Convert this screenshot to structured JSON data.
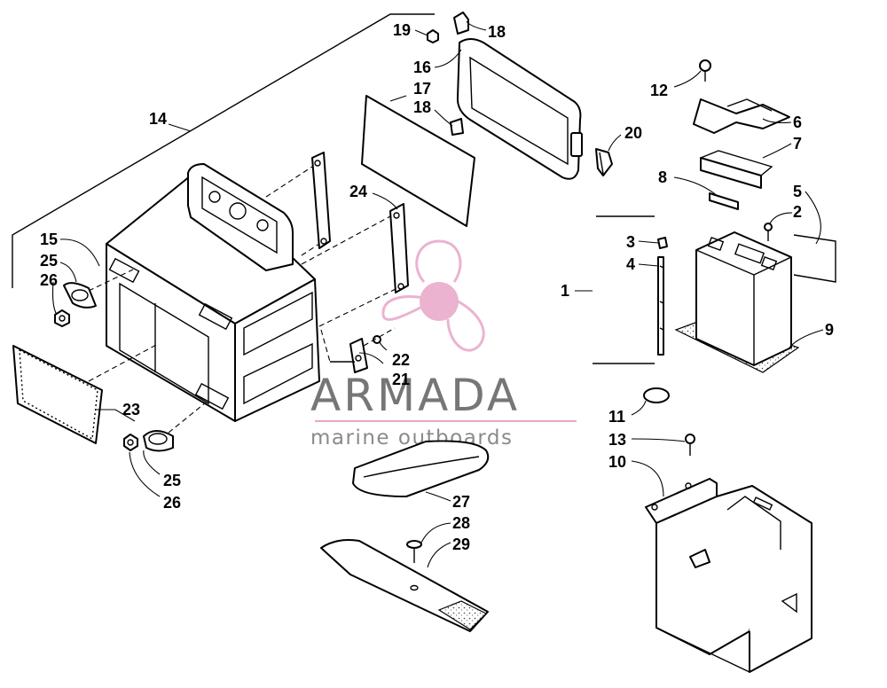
{
  "watermark": {
    "brand": "ARMADA",
    "tagline": "marine outboards",
    "logo_color": "#e8a6c8",
    "text_color": "#767676"
  },
  "callouts": {
    "c1": "1",
    "c2": "2",
    "c3": "3",
    "c4": "4",
    "c5": "5",
    "c6": "6",
    "c7": "7",
    "c8": "8",
    "c9": "9",
    "c10": "10",
    "c11": "11",
    "c12": "12",
    "c13": "13",
    "c14": "14",
    "c15": "15",
    "c16": "16",
    "c17": "17",
    "c18a": "18",
    "c18b": "18",
    "c19": "19",
    "c20": "20",
    "c21": "21",
    "c22": "22",
    "c23": "23",
    "c24": "24",
    "c25a": "25",
    "c25b": "25",
    "c26a": "26",
    "c26b": "26",
    "c27": "27",
    "c28": "28",
    "c29": "29"
  },
  "icons": [
    "propeller-logo-icon"
  ]
}
